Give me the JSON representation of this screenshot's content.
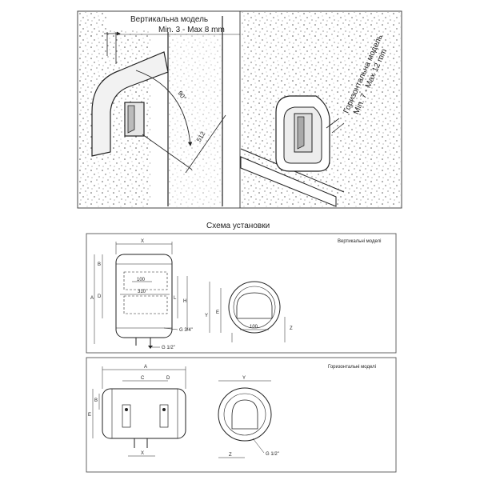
{
  "top_left": {
    "title": "Вертикальна модель",
    "range": "Min. 3 - Max 8 mm",
    "angle": "90°",
    "dimension": "512"
  },
  "top_right": {
    "title": "Горизонтальна модель",
    "range": "Min. 7 - Max 12 mm"
  },
  "scheme_title": "Схема установки",
  "vertical_models": {
    "label": "Вертикальні моделі",
    "dims": {
      "x": "X",
      "b": "B",
      "a": "A",
      "d": "D",
      "l": "L",
      "h": "H",
      "e": "E",
      "y": "Y",
      "z": "Z",
      "w100_top": "100",
      "w310": "310",
      "w100_side": "100",
      "g34": "G 3/4\"",
      "g12": "G 1/2\""
    }
  },
  "horizontal_models": {
    "label": "Горизонтальні моделі",
    "dims": {
      "a": "A",
      "c": "C",
      "d": "D",
      "e": "E",
      "b": "B",
      "x": "X",
      "y": "Y",
      "z": "Z",
      "g12": "G 1/2\""
    }
  },
  "colors": {
    "line": "#222222",
    "frame": "#444444",
    "speckle": "#555555"
  }
}
